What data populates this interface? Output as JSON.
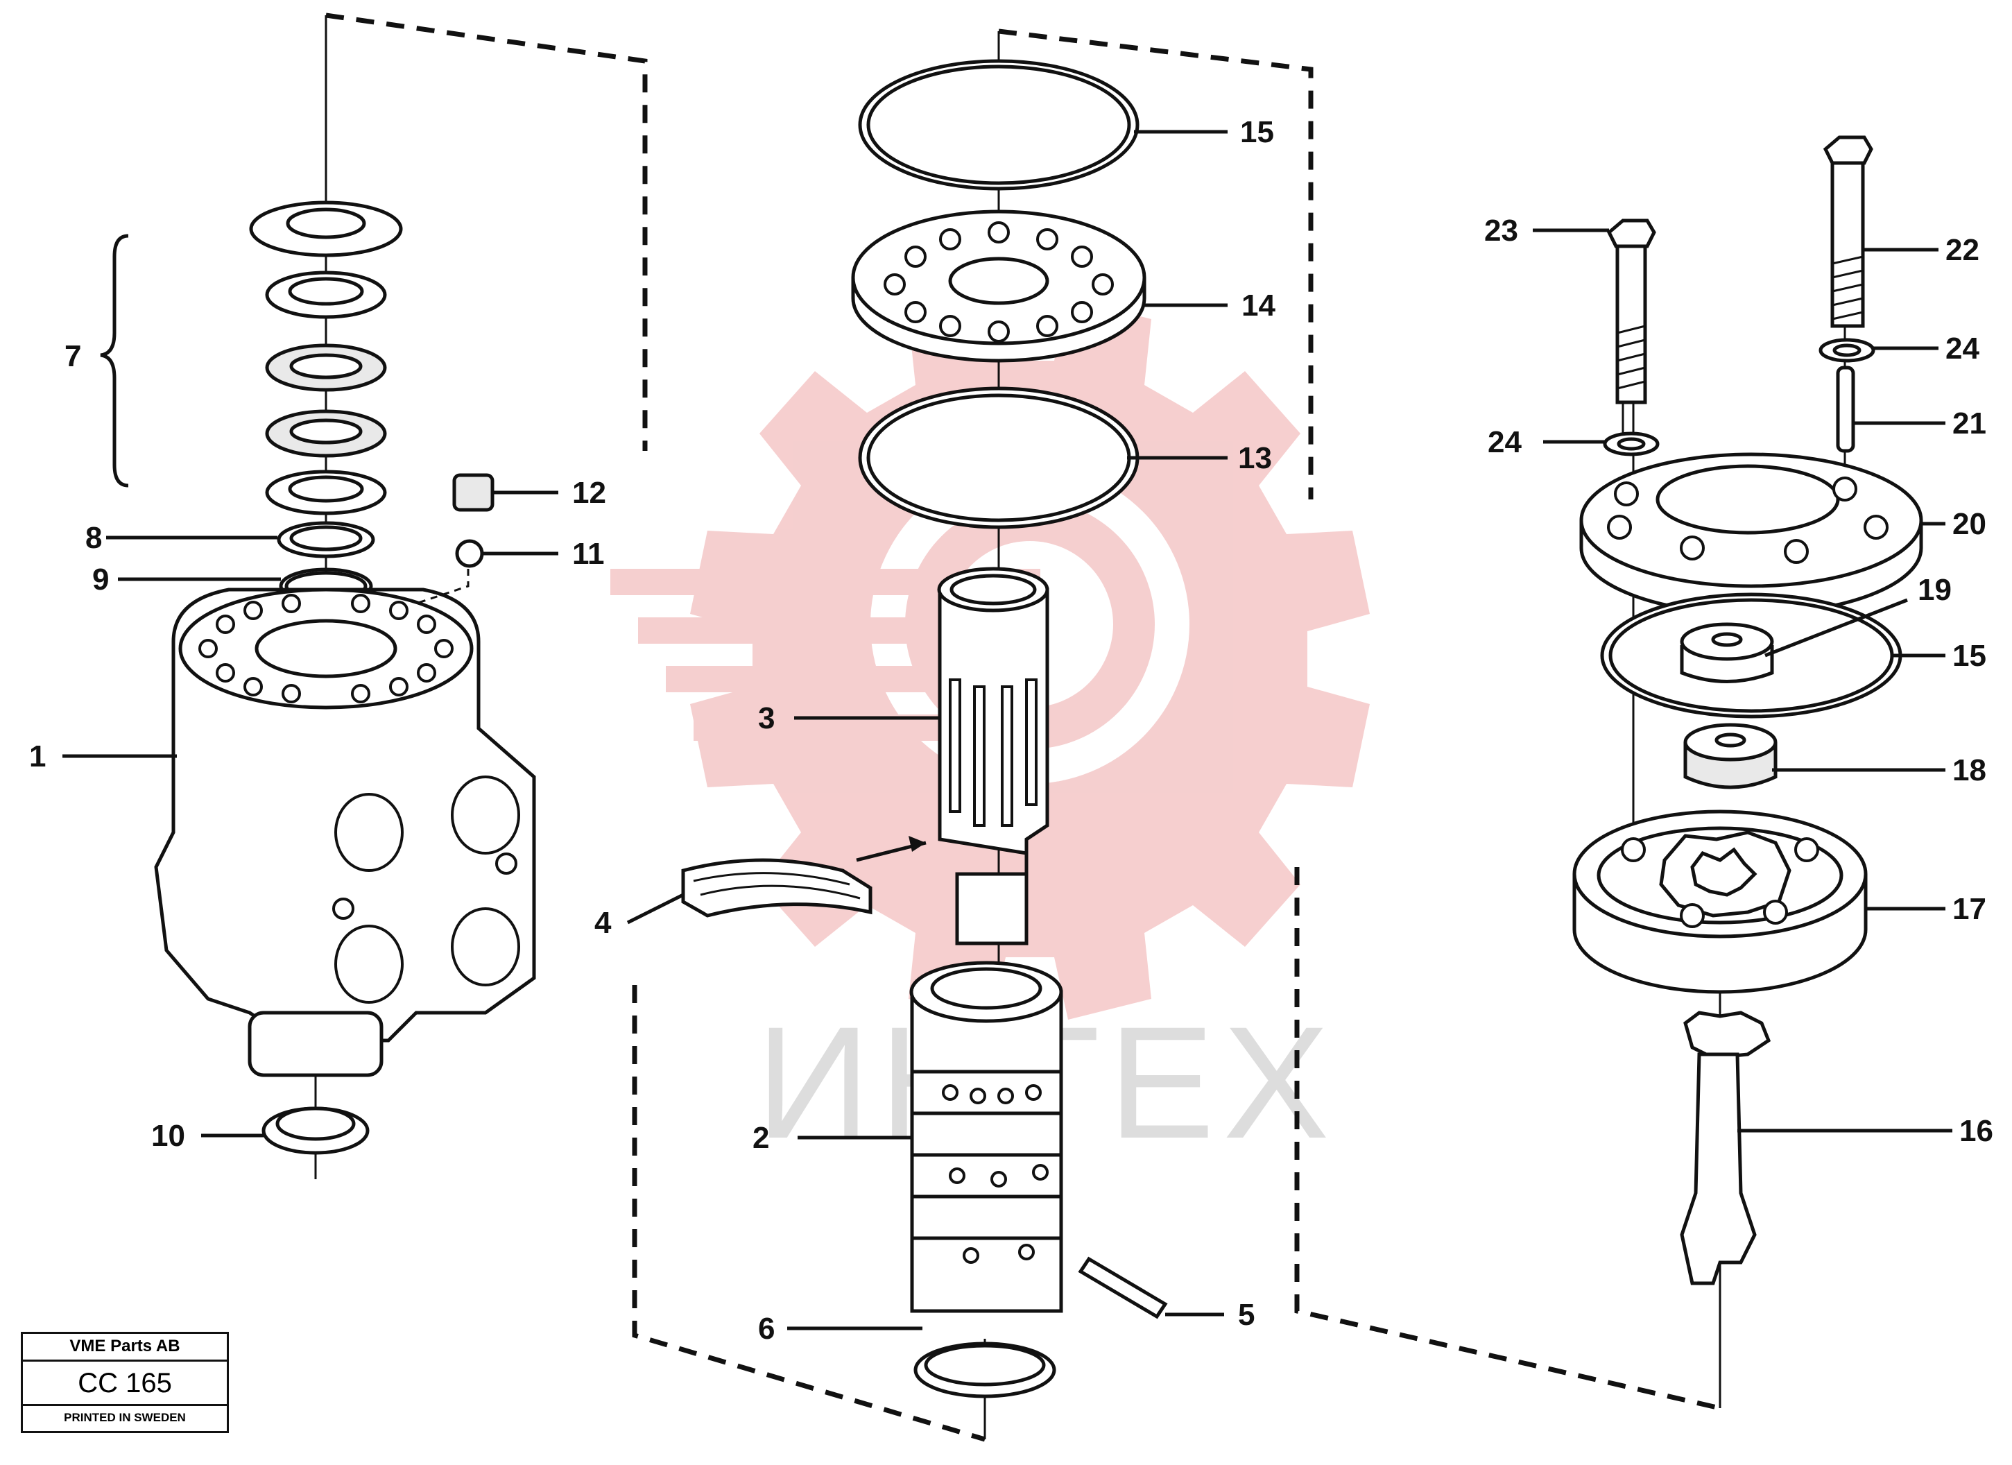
{
  "callouts": [
    "1",
    "2",
    "3",
    "4",
    "5",
    "6",
    "7",
    "8",
    "9",
    "10",
    "11",
    "12",
    "13",
    "14",
    "15",
    "15",
    "16",
    "17",
    "18",
    "19",
    "20",
    "21",
    "22",
    "23",
    "24",
    "24"
  ],
  "watermark": "ИНТЕХ",
  "title_block": {
    "company": "VME Parts AB",
    "code": "CC 165",
    "printed": "PRINTED IN SWEDEN"
  }
}
